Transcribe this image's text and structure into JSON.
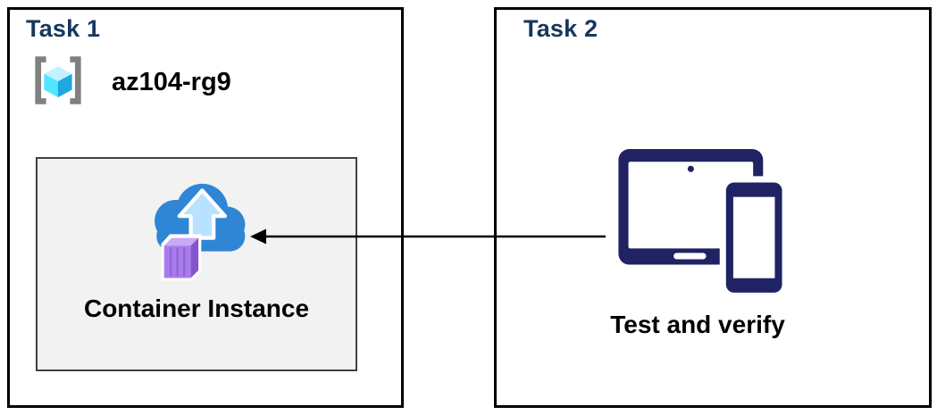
{
  "diagram": {
    "task1": {
      "title": "Task 1",
      "resource_group_label": "az104-rg9",
      "container_box_label": "Container Instance"
    },
    "task2": {
      "title": "Task 2",
      "devices_label": "Test and verify"
    },
    "connection": {
      "type": "arrow",
      "direction": "right-to-left",
      "from": "devices-icon",
      "to": "container-instance-icon"
    }
  },
  "icons": {
    "resource_group": "resource-group-icon",
    "container_instance": "container-instance-cloud-upload-icon",
    "devices": "tablet-and-phone-icon",
    "connector": "left-arrow-icon"
  },
  "colors": {
    "title_blue": "#17375E",
    "panel_border": "#000000",
    "inner_box_bg": "#F2F2F2",
    "inner_box_border": "#404040",
    "cloud_blue": "#2F86D4",
    "cloud_arrow_fill": "#B8E2FF",
    "container_purple": "#A97CEC",
    "container_purple_dark": "#8256C9",
    "container_purple_light": "#C9A8F5",
    "cube_cyan_top": "#C3F1FF",
    "cube_cyan_left": "#50E6FF",
    "cube_cyan_right": "#1EA7E0",
    "bracket_gray": "#808080",
    "device_navy": "#1F2363",
    "arrow_black": "#000000",
    "text_black": "#000000"
  }
}
